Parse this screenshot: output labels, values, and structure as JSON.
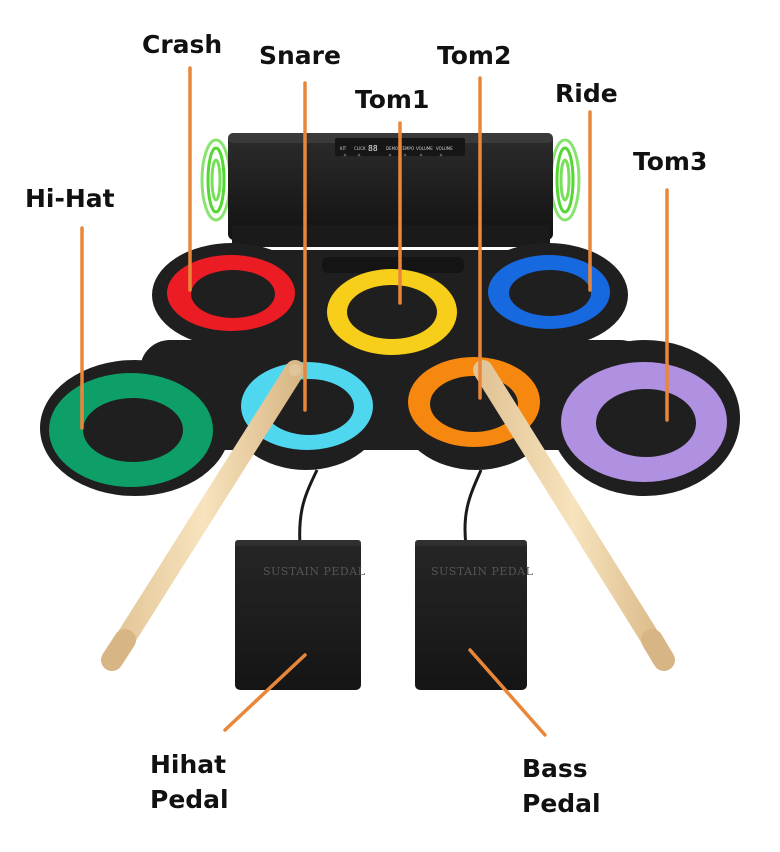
{
  "labels": {
    "crash": "Crash",
    "snare": "Snare",
    "tom2": "Tom2",
    "tom1": "Tom1",
    "ride": "Ride",
    "tom3": "Tom3",
    "hihat": "Hi-Hat",
    "hihat_pedal": [
      "Hihat",
      "Pedal"
    ],
    "bass_pedal": [
      "Bass",
      "Pedal"
    ]
  },
  "pedal_text": "SUSTAIN PEDAL",
  "control_labels": [
    "KIT",
    "CLICK",
    "DEMO",
    "TEMPO",
    "VOLUME",
    "VOLUME"
  ],
  "display_text": "88",
  "colors": {
    "leader": "#e8873a",
    "hihat": "#0e9e68",
    "crash": "#ec1c24",
    "snare": "#4fd7f0",
    "tom1": "#f7cf1a",
    "tom2": "#f7880f",
    "ride": "#1769df",
    "tom3": "#b090e0",
    "pad_body": "#1f1f1f",
    "glow": "#55d832",
    "stick": "#efd7aa"
  }
}
